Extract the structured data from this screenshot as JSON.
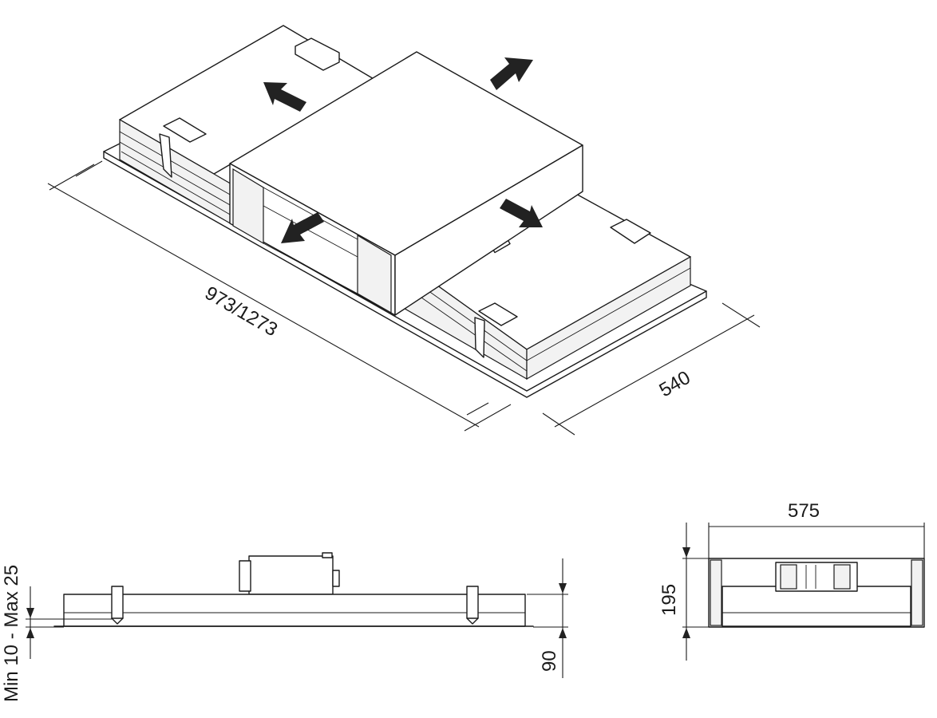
{
  "iso_view": {
    "length_label": "973/1273",
    "depth_label": "540"
  },
  "side_view": {
    "recess_label": "Min 10 - Max 25",
    "frame_height_label": "90"
  },
  "end_view": {
    "width_label": "575",
    "height_label": "195"
  }
}
